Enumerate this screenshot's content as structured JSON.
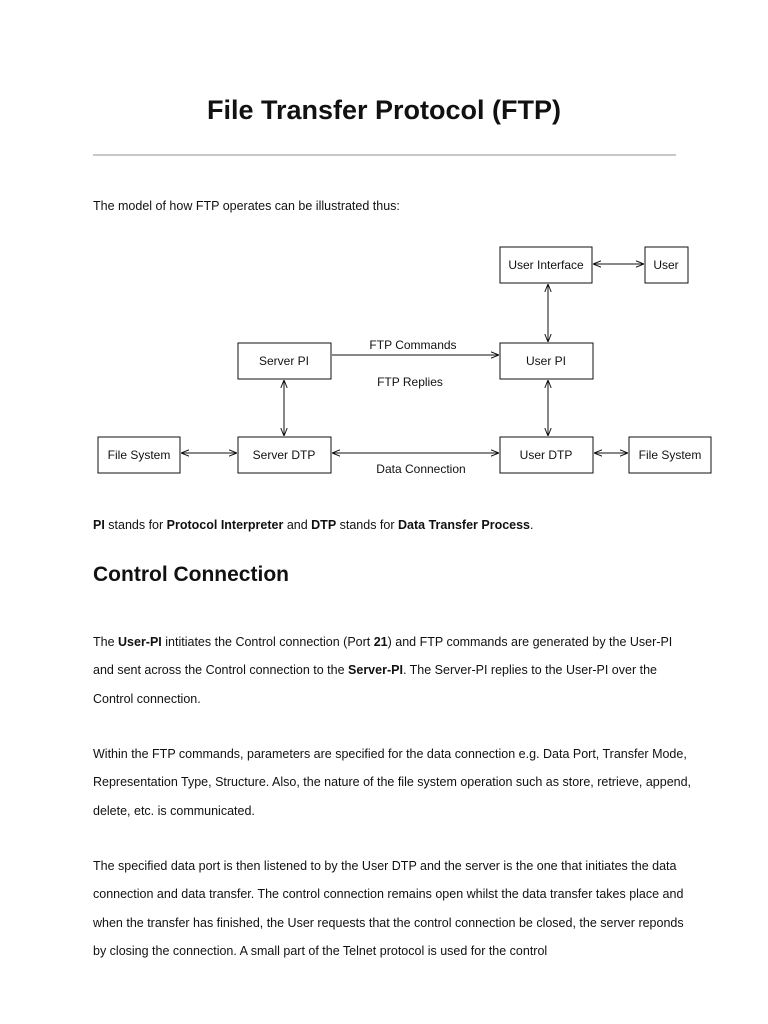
{
  "title": "File Transfer Protocol (FTP)",
  "intro": "The model of how FTP operates can be illustrated thus:",
  "diagram": {
    "user_interface": "User Interface",
    "user": "User",
    "server_pi": "Server PI",
    "user_pi": "User PI",
    "file_system_left": "File System",
    "server_dtp": "Server DTP",
    "user_dtp": "User DTP",
    "file_system_right": "File System",
    "ftp_commands": "FTP Commands",
    "ftp_replies": "FTP Replies",
    "data_connection": "Data Connection"
  },
  "legend": {
    "pi": "PI",
    "t1": " stands for ",
    "pi_full": "Protocol Interpreter",
    "t2": " and ",
    "dtp": "DTP",
    "t3": " stands for ",
    "dtp_full": "Data Transfer Process",
    "t4": "."
  },
  "heading": "Control Connection",
  "para1": {
    "a": "The ",
    "b1": "User-PI",
    "c": " intitiates the Control connection (Port ",
    "b2": "21",
    "d": ") and FTP commands are generated by the User-PI and sent across the Control connection to the ",
    "b3": "Server-PI",
    "e": ". The Server-PI replies to the User-PI over the Control connection."
  },
  "para2": "Within the FTP commands, parameters are specified for the data connection e.g. Data Port, Transfer Mode, Representation Type, Structure. Also, the nature of the file system operation such as store, retrieve, append, delete, etc. is communicated.",
  "para3": "The specified data port is then listened to by the User DTP and the server is the one that initiates the data connection and data transfer. The control connection remains open whilst the data transfer takes place and when the transfer has finished, the User requests that the control connection be closed, the server reponds by closing the connection. A small part of the Telnet protocol is used for the control"
}
